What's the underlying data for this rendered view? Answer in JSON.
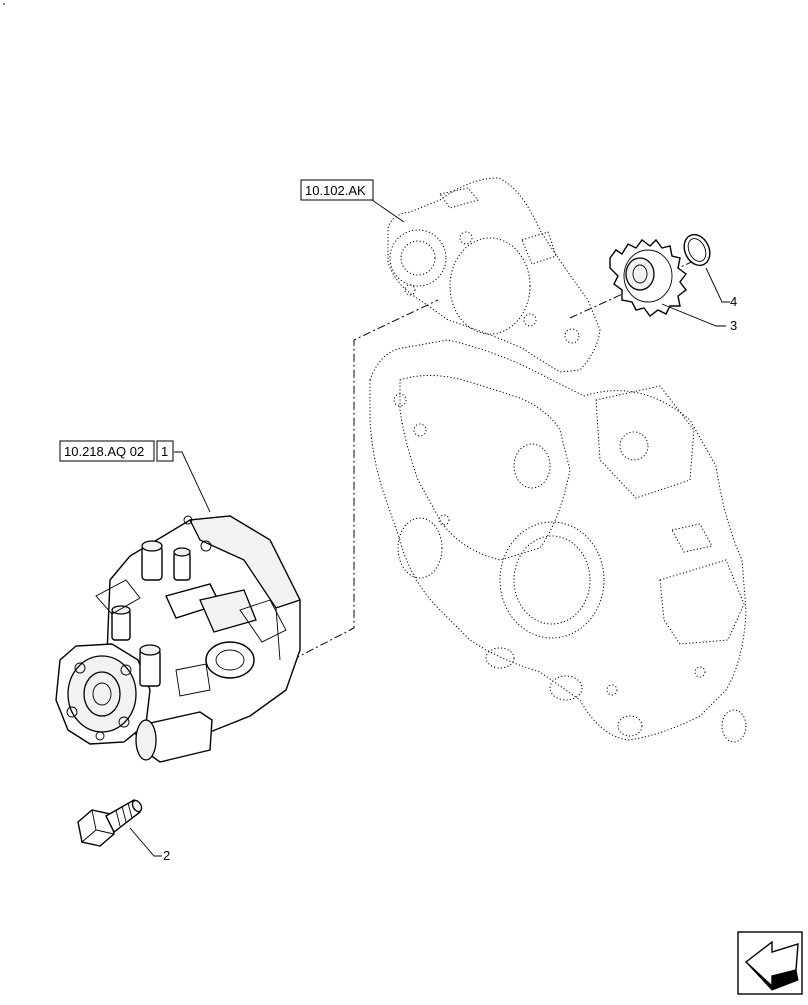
{
  "references": {
    "cover_ref": "10.102.AK",
    "pump_ref": "10.218.AQ 02"
  },
  "callouts": {
    "pump": "1",
    "bolt": "2",
    "gear": "3",
    "ring": "4"
  },
  "icons": {
    "navigation": "arrow-icon"
  }
}
